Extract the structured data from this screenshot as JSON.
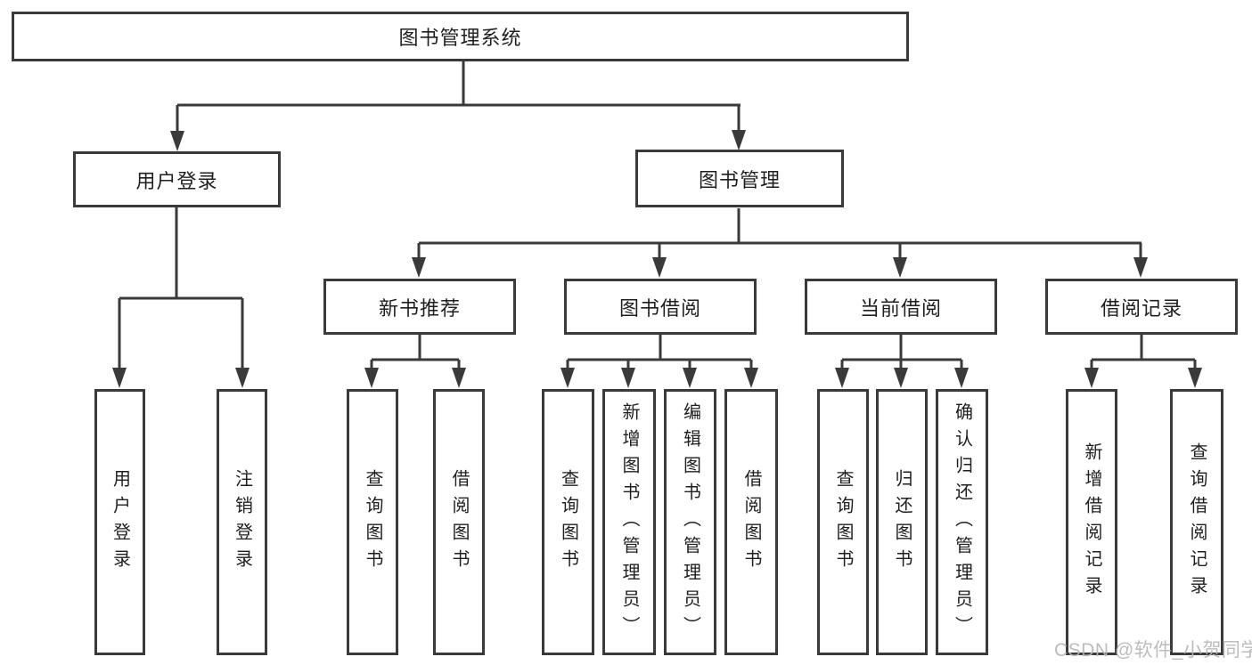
{
  "root": {
    "label": "图书管理系统"
  },
  "branches": {
    "user_login": {
      "label": "用户登录",
      "children": [
        {
          "label": "用户登录"
        },
        {
          "label": "注销登录"
        }
      ]
    },
    "book_mgmt": {
      "label": "图书管理",
      "groups": [
        {
          "label": "新书推荐",
          "children": [
            {
              "label": "查询图书"
            },
            {
              "label": "借阅图书"
            }
          ]
        },
        {
          "label": "图书借阅",
          "children": [
            {
              "label": "查询图书"
            },
            {
              "label": "新增图书（管理员）"
            },
            {
              "label": "编辑图书（管理员）"
            },
            {
              "label": "借阅图书"
            }
          ]
        },
        {
          "label": "当前借阅",
          "children": [
            {
              "label": "查询图书"
            },
            {
              "label": "归还图书"
            },
            {
              "label": "确认归还（管理员）"
            }
          ]
        },
        {
          "label": "借阅记录",
          "children": [
            {
              "label": "新增借阅记录"
            },
            {
              "label": "查询借阅记录"
            }
          ]
        }
      ]
    }
  },
  "watermark": "CSDN @软件_小贺同学",
  "colors": {
    "line": "#3a3a3a",
    "text": "#1f1f1f",
    "box_background": "#ffffff",
    "watermark": "#b5b5b5",
    "background": "#ffffff"
  }
}
